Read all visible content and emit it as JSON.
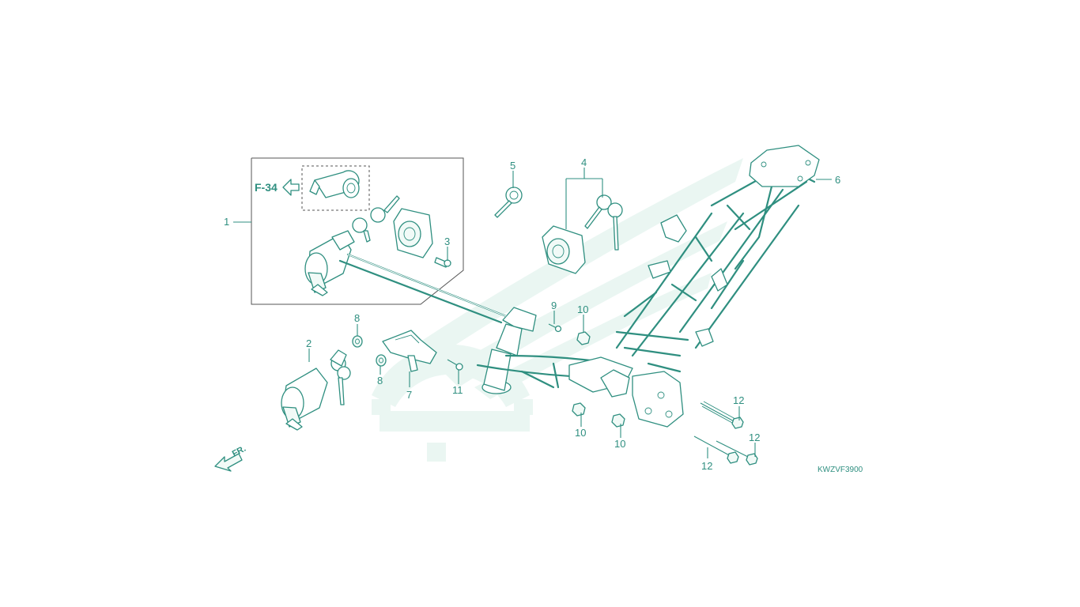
{
  "diagram": {
    "reference_code": "KWZVF3900",
    "front_indicator": "FR.",
    "cross_reference": "F-34",
    "colors": {
      "line": "#2f8f80",
      "watermark": "#eaf6f2",
      "background": "#ffffff"
    },
    "callouts": [
      {
        "id": "1",
        "label": "1"
      },
      {
        "id": "2",
        "label": "2"
      },
      {
        "id": "3",
        "label": "3"
      },
      {
        "id": "4",
        "label": "4"
      },
      {
        "id": "5",
        "label": "5"
      },
      {
        "id": "6",
        "label": "6"
      },
      {
        "id": "7",
        "label": "7"
      },
      {
        "id": "8a",
        "label": "8"
      },
      {
        "id": "8b",
        "label": "8"
      },
      {
        "id": "9",
        "label": "9"
      },
      {
        "id": "10a",
        "label": "10"
      },
      {
        "id": "10b",
        "label": "10"
      },
      {
        "id": "10c",
        "label": "10"
      },
      {
        "id": "11",
        "label": "11"
      },
      {
        "id": "12a",
        "label": "12"
      },
      {
        "id": "12b",
        "label": "12"
      },
      {
        "id": "12c",
        "label": "12"
      }
    ]
  }
}
